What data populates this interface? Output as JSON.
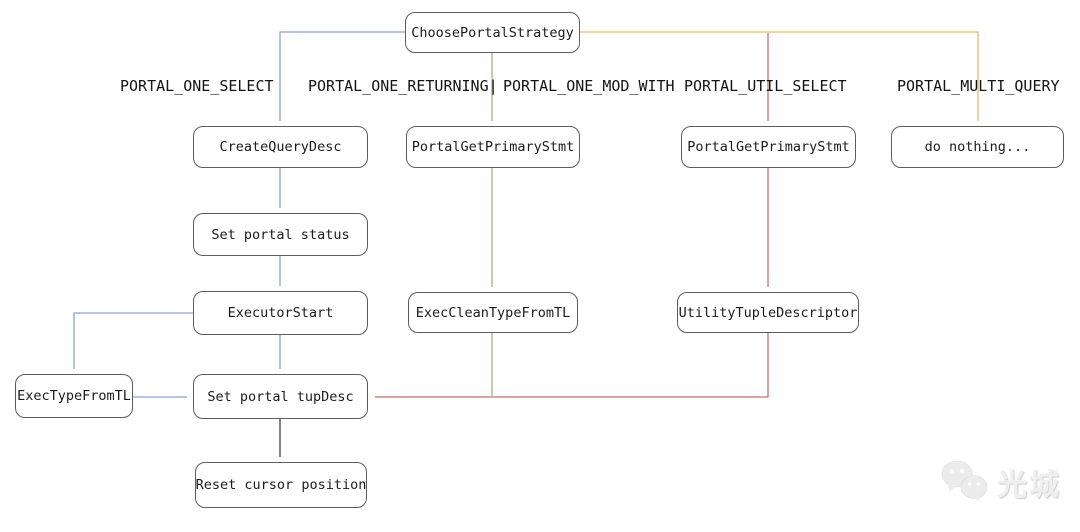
{
  "colors": {
    "blue": "#8ca5cd",
    "green": "#94bb79",
    "red": "#c4706a",
    "orange": "#e3bb6e",
    "dark": "#3d3d3d",
    "watermark": "#ececec"
  },
  "nodes": {
    "choose_portal_strategy": "ChoosePortalStrategy",
    "create_query_desc": "CreateQueryDesc",
    "portal_get_primary_stmt_returning": "PortalGetPrimaryStmt",
    "portal_get_primary_stmt_util": "PortalGetPrimaryStmt",
    "do_nothing": "do nothing...",
    "set_portal_status": "Set portal status",
    "executor_start": "ExecutorStart",
    "exec_clean_type_from_tl": "ExecCleanTypeFromTL",
    "utility_tuple_descriptor": "UtilityTupleDescriptor",
    "exec_type_from_tl": "ExecTypeFromTL",
    "set_portal_tup_desc": "Set portal tupDesc",
    "reset_cursor_position": "Reset cursor position"
  },
  "branch_labels": {
    "portal_one_select": "PORTAL_ONE_SELECT",
    "portal_one_returning": "PORTAL_ONE_RETURNING|",
    "portal_one_mod_with": "PORTAL_ONE_MOD_WITH",
    "portal_util_select": "PORTAL_UTIL_SELECT",
    "portal_multi_query": "PORTAL_MULTI_QUERY"
  },
  "watermark": {
    "icon": "wechat-icon",
    "text": "光城"
  }
}
